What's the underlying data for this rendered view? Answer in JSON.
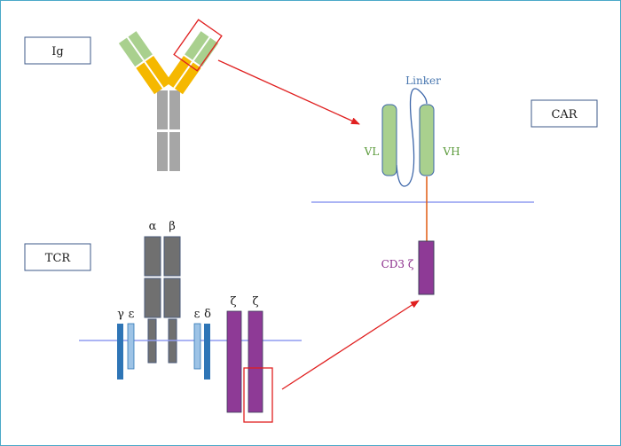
{
  "labels": {
    "ig": "Ig",
    "car": "CAR",
    "tcr": "TCR",
    "linker": "Linker",
    "vl": "VL",
    "vh": "VH",
    "cd3z": "CD3 ζ",
    "alpha": "α",
    "beta": "β",
    "gamma": "γ",
    "epsilon_left": "ε",
    "epsilon_right": "ε",
    "delta": "δ",
    "zeta_left": "ζ",
    "zeta_right": "ζ"
  },
  "colors": {
    "frame": "#4aa8c8",
    "light_green": "#a9d08e",
    "yellow": "#f5b800",
    "light_gray": "#a6a6a6",
    "dark_gray": "#707070",
    "dark_blue": "#2e75b6",
    "light_blue": "#9dc3e6",
    "purple": "#8e3a96",
    "membrane": "#8f9cf0",
    "arrow_red": "#e02020",
    "highlight_red": "#e02020",
    "linker_blue": "#3a64a8",
    "stalk_orange": "#e05a10"
  }
}
